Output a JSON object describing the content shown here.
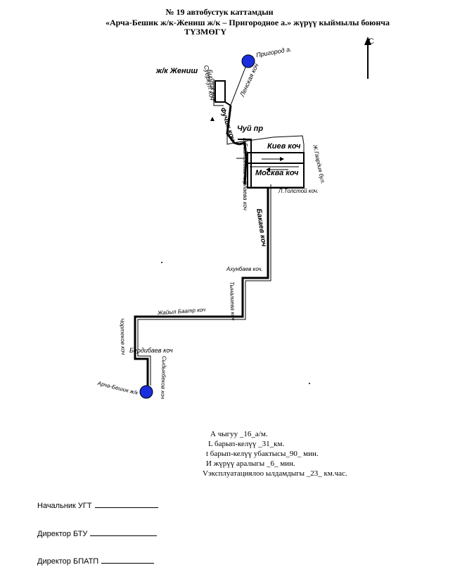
{
  "header": {
    "line1": "№ 19 автобустук каттамдын",
    "line2": "«Арча-Бешик ж/к-Жениш ж/к – Пригородное а.» жүрүү кыймылы боюнча",
    "line3": "ТҮЗМӨГҮ"
  },
  "compass": {
    "north_label": "С"
  },
  "map": {
    "stops": {
      "prigorod": "Пригород а.",
      "archa_beshik": "Арча-Бешик ж/к"
    },
    "districts": {
      "zhenish": "ж/к Жениш"
    },
    "streets": {
      "birlik": "Бирлик коч",
      "lenskaya": "Ленская коч",
      "suerkul": "Суеркул коч",
      "fuchik": "Фучик коч",
      "chuy": "Чуй пр",
      "baytik": "Б.Байтикбаатырлаева коч",
      "kiev": "Киев коч",
      "moskva": "Москва коч",
      "gvardia": "Ж.Гвардия бул.",
      "tolstoy": "Л.Толстой коч.",
      "bakaev": "Бакаев коч",
      "akhunbaev": "Ахунбаев коч.",
      "tynalieva": "Тыналиева коч",
      "zhayil": "Жайыл Баатр коч",
      "chortekov": "Чортеков коч",
      "berdibaev": "Бердибаев коч",
      "sydykbekov": "Сыдыкбеков коч"
    }
  },
  "stats": {
    "line1": "А чыгуу  _16_а/м.",
    "line2": "L барып-келүү  _31_км.",
    "line3": "t барып-келүү убактысы_90_ мин.",
    "line4": "И жүрүү аралыгы  _6_    мин.",
    "line5": "Vэксплуатациялоо ылдамдыгы  _23_ км.час."
  },
  "signatures": {
    "s1": "Начальник УГТ",
    "s2": "Директор  БТУ",
    "s3": "Директор БПАТП"
  }
}
